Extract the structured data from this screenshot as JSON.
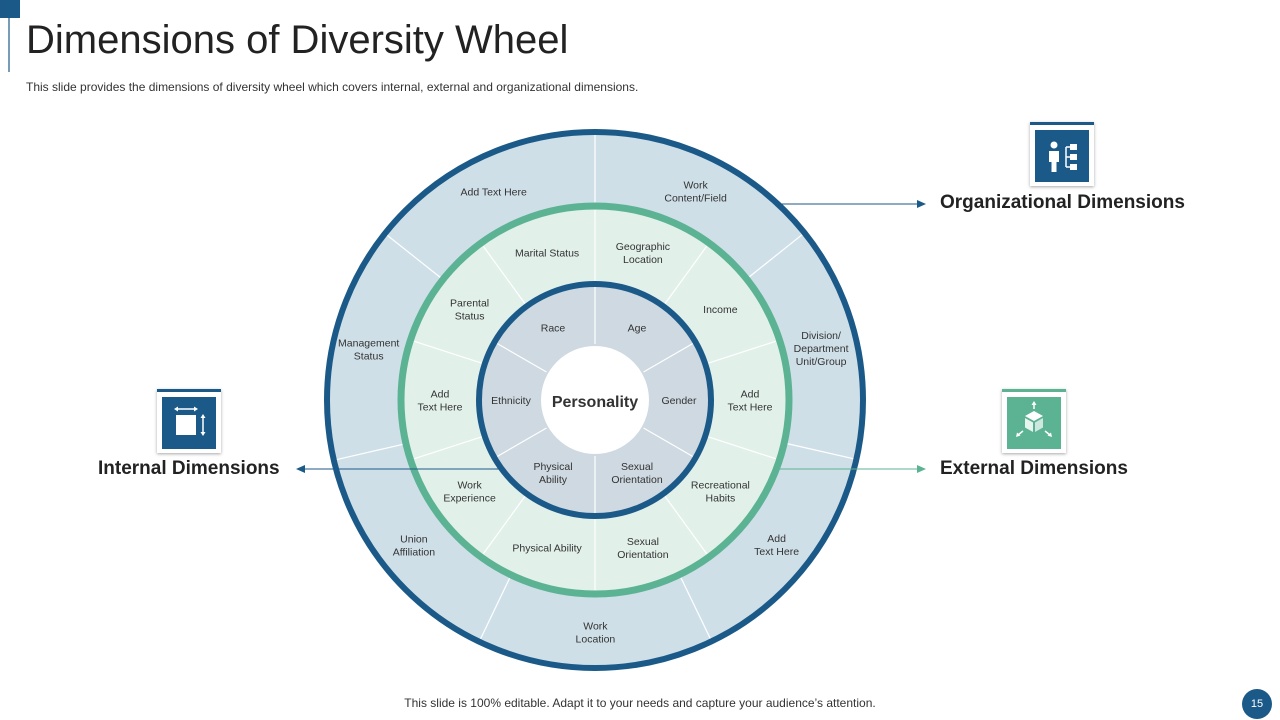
{
  "title": "Dimensions of Diversity Wheel",
  "subtitle": "This slide provides the dimensions of diversity wheel which covers internal, external and organizational dimensions.",
  "footer": "This slide is 100% editable. Adapt it to your needs and capture your audience’s attention.",
  "page_number": "15",
  "colors": {
    "navy": "#1b5a88",
    "green": "#5cb393",
    "outer_fill": "#cfdfe8",
    "middle_fill": "#e2f0ea",
    "inner_fill": "#ced9e1"
  },
  "dimensions": {
    "organizational": {
      "label": "Organizational Dimensions",
      "icon": "org-chart-icon"
    },
    "internal": {
      "label": "Internal Dimensions",
      "icon": "resize-box-icon"
    },
    "external": {
      "label": "External Dimensions",
      "icon": "cube-arrows-icon"
    }
  },
  "wheel": {
    "center": "Personality",
    "inner": [
      {
        "lines": [
          "Age"
        ]
      },
      {
        "lines": [
          "Gender"
        ]
      },
      {
        "lines": [
          "Sexual",
          "Orientation"
        ]
      },
      {
        "lines": [
          "Physical",
          "Ability"
        ]
      },
      {
        "lines": [
          "Ethnicity"
        ]
      },
      {
        "lines": [
          "Race"
        ]
      }
    ],
    "middle": [
      {
        "lines": [
          "Geographic",
          "Location"
        ]
      },
      {
        "lines": [
          "Income"
        ]
      },
      {
        "lines": [
          "Add",
          "Text Here"
        ]
      },
      {
        "lines": [
          "Recreational",
          "Habits"
        ]
      },
      {
        "lines": [
          "Sexual",
          "Orientation"
        ]
      },
      {
        "lines": [
          "Physical Ability"
        ]
      },
      {
        "lines": [
          "Work",
          "Experience"
        ]
      },
      {
        "lines": [
          "Add",
          "Text Here"
        ]
      },
      {
        "lines": [
          "Parental",
          "Status"
        ]
      },
      {
        "lines": [
          "Marital Status"
        ]
      }
    ],
    "outer": [
      {
        "lines": [
          "Work",
          "Content/Field"
        ]
      },
      {
        "lines": [
          "Division/",
          "Department",
          "Unit/Group"
        ]
      },
      {
        "lines": [
          "Add",
          "Text Here"
        ]
      },
      {
        "lines": [
          "Work",
          "Location"
        ]
      },
      {
        "lines": [
          "Union",
          "Affiliation"
        ]
      },
      {
        "lines": [
          "Management",
          "Status"
        ]
      },
      {
        "lines": [
          "Add Text Here"
        ]
      }
    ]
  }
}
